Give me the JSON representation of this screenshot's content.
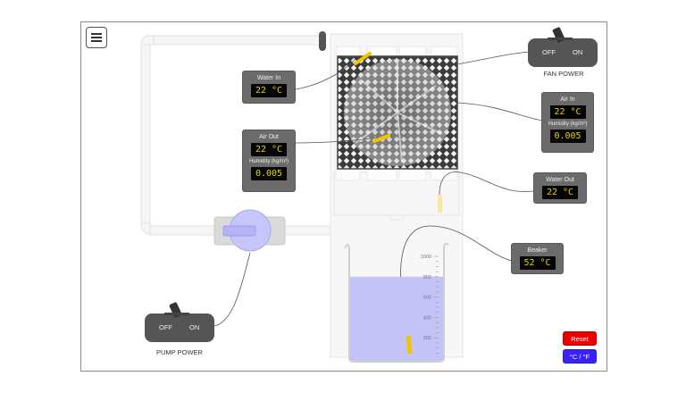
{
  "menu": {
    "icon": "hamburger-menu-icon"
  },
  "sensors": {
    "water_in": {
      "title": "Water In",
      "temp": "22 °C"
    },
    "air_out": {
      "title": "Air Out",
      "temp": "22 °C",
      "humidity_label": "Humidity (kg/m³)",
      "humidity": "0.005"
    },
    "air_in": {
      "title": "Air In",
      "temp": "22 °C",
      "humidity_label": "Humidity (kg/m³)",
      "humidity": "0.005"
    },
    "water_out": {
      "title": "Water Out",
      "temp": "22 °C"
    },
    "beaker": {
      "title": "Beaker",
      "temp": "52 °C"
    }
  },
  "fan_power": {
    "off_label": "OFF",
    "on_label": "ON",
    "caption": "FAN POWER",
    "state": "off"
  },
  "pump_power": {
    "off_label": "OFF",
    "on_label": "ON",
    "caption": "PUMP POWER",
    "state": "off"
  },
  "beaker": {
    "scale_labels": [
      "1000",
      "800",
      "600",
      "400",
      "200"
    ],
    "scale_max": 1000,
    "water_level": 800
  },
  "buttons": {
    "reset": "Reset",
    "units": "°C / °F"
  },
  "colors": {
    "water": "#c3c3f7",
    "probe": "#f2c400",
    "reset": "#ee0000",
    "units": "#3a22ff",
    "pump": "#c6c6fb"
  }
}
